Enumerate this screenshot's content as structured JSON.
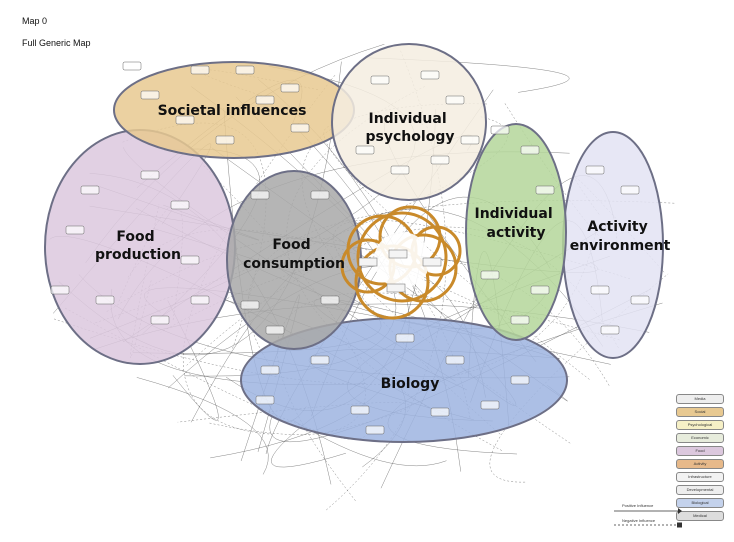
{
  "header": {
    "map_id": "Map 0",
    "map_title": "Full Generic Map"
  },
  "zones": [
    {
      "key": "societal",
      "label_lines": [
        "Societal influences"
      ],
      "fill": "#e8c991",
      "stroke": "#6d6f86"
    },
    {
      "key": "psych",
      "label_lines": [
        "Individual",
        "psychology"
      ],
      "fill": "#f4ede0",
      "stroke": "#6d6f86"
    },
    {
      "key": "foodprod",
      "label_lines": [
        "Food",
        "production"
      ],
      "fill": "#dcc8de",
      "stroke": "#6d6f86"
    },
    {
      "key": "foodcons",
      "label_lines": [
        "Food",
        "consumption"
      ],
      "fill": "#a8a8a8",
      "stroke": "#6d6f86"
    },
    {
      "key": "indact",
      "label_lines": [
        "Individual",
        "activity"
      ],
      "fill": "#b4d69a",
      "stroke": "#6d6f86"
    },
    {
      "key": "actenv",
      "label_lines": [
        "Activity",
        "environment"
      ],
      "fill": "#e3e3f3",
      "stroke": "#6d6f86"
    },
    {
      "key": "biology",
      "label_lines": [
        "Biology"
      ],
      "fill": "#9db4e0",
      "stroke": "#6d6f86"
    }
  ],
  "core_loop_color": "#c98a2a",
  "legend": {
    "items": [
      {
        "label": "Media",
        "color": "#eeeeee"
      },
      {
        "label": "Social",
        "color": "#e8c991"
      },
      {
        "label": "Psychological",
        "color": "#f6f0c6"
      },
      {
        "label": "Economic",
        "color": "#e7ecdc"
      },
      {
        "label": "Food",
        "color": "#dcc8de"
      },
      {
        "label": "Activity",
        "color": "#e7b98a"
      },
      {
        "label": "Infrastructure",
        "color": "#f2f2f2"
      },
      {
        "label": "Developmental",
        "color": "#eeeeee"
      },
      {
        "label": "Biological",
        "color": "#c4d2ec"
      },
      {
        "label": "Medical",
        "color": "#dddddd"
      }
    ],
    "positive_influence": "Positive Influence",
    "negative_influence": "Negative Influence"
  }
}
